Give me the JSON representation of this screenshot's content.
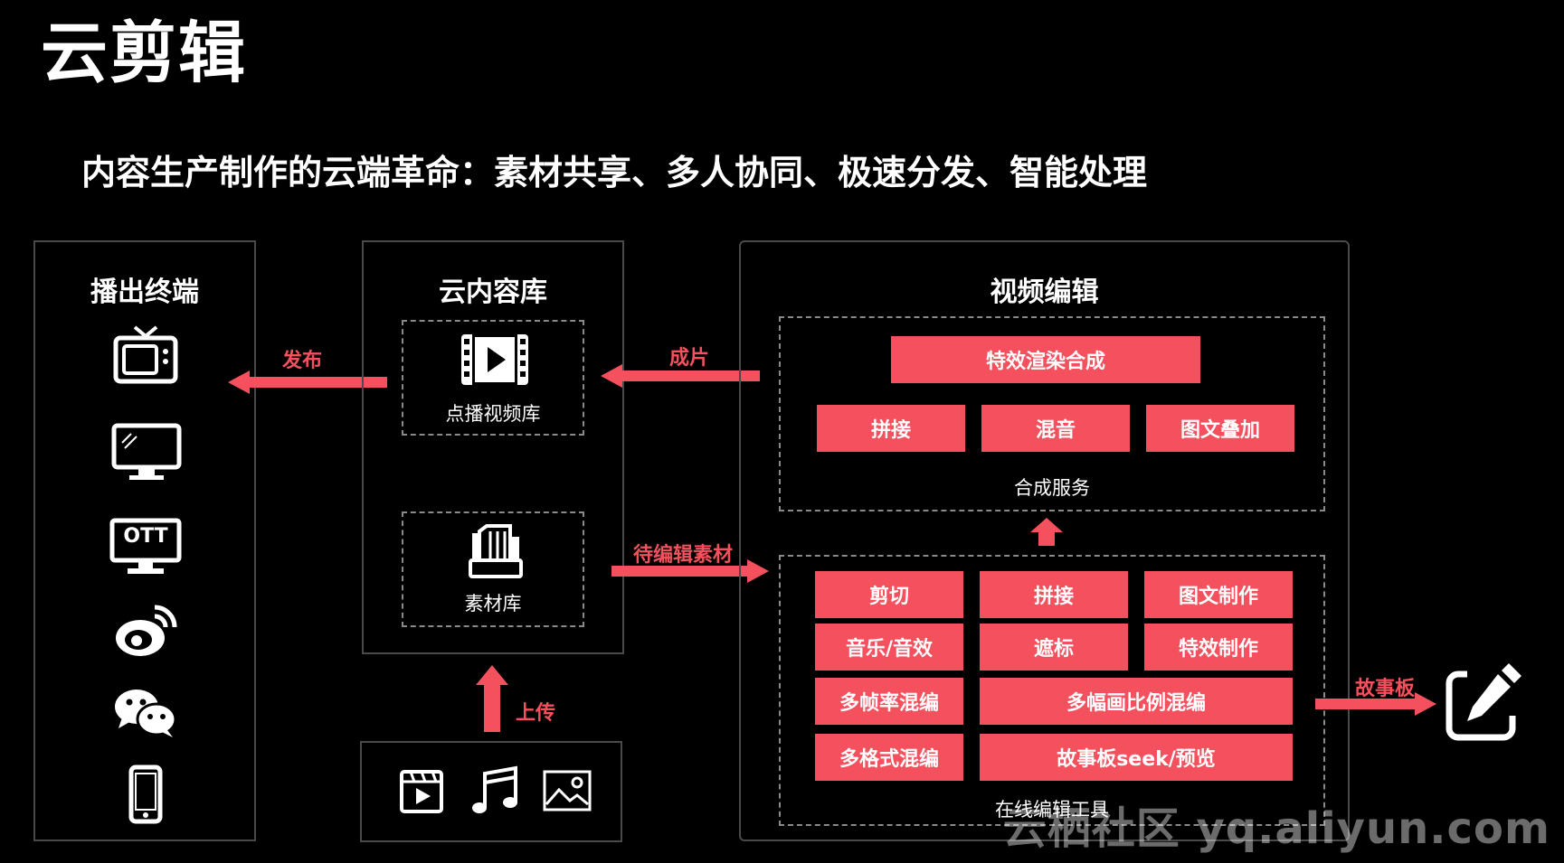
{
  "title": "云剪辑",
  "subtitle": "内容生产制作的云端革命：素材共享、多人协同、极速分发、智能处理",
  "colors": {
    "accent": "#f5505d",
    "background": "#000000",
    "border": "#4a4a4a"
  },
  "playback": {
    "title": "播出终端",
    "icons": [
      "tv-icon",
      "monitor-icon",
      "ott-icon",
      "weibo-icon",
      "wechat-icon",
      "phone-icon"
    ],
    "ott_label": "OTT"
  },
  "cloud_library": {
    "title": "云内容库",
    "vod_library": "点播视频库",
    "material_library": "素材库"
  },
  "upload_sources": {
    "icons": [
      "video-file-icon",
      "music-icon",
      "image-icon"
    ]
  },
  "arrows": {
    "publish": "发布",
    "finished": "成片",
    "to_edit": "待编辑素材",
    "upload": "上传",
    "storyboard": "故事板"
  },
  "video_editing": {
    "title": "视频编辑",
    "synthesis": {
      "label": "合成服务",
      "top": "特效渲染合成",
      "items": [
        "拼接",
        "混音",
        "图文叠加"
      ]
    },
    "online_tools": {
      "label": "在线编辑工具",
      "items": [
        "剪切",
        "拼接",
        "图文制作",
        "音乐/音效",
        "遮标",
        "特效制作",
        "多帧率混编",
        "多幅画比例混编",
        "多格式混编",
        "故事板seek/预览"
      ]
    }
  },
  "watermark": "云栖社区 yq.aliyun.com"
}
